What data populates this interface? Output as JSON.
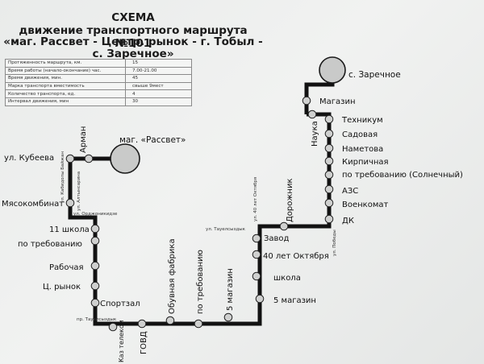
{
  "header": {
    "line1": "СХЕМА",
    "line2": "движение транспортного маршрута №101",
    "line3": "«маг. Рассвет - Центр. рынок - г. Тобыл -",
    "line4": "с. Заречное»"
  },
  "info_table": [
    {
      "label": "Протяженность маршрута, км.",
      "value": "15"
    },
    {
      "label": "Время работы (начало-окончание) час.",
      "value": "7.00-21.00"
    },
    {
      "label": "Время движения, мин.",
      "value": "45"
    },
    {
      "label": "Марка транспорта вместимость",
      "value": "свыше 9мест"
    },
    {
      "label": "Количество транспорта, ед.",
      "value": "4"
    },
    {
      "label": "Интервал движения, мин",
      "value": "30"
    }
  ],
  "terminals": {
    "start": "маг. «Рассвет»",
    "end": "с. Заречное"
  },
  "stops": {
    "arman": "Арман",
    "kubeeva": "ул. Кубеева",
    "myasokombinat": "Мясокомбинат",
    "shkola11": "11 школа",
    "po_treb_left": "по требованию",
    "rabochaya": "Рабочая",
    "ts_rynok": "Ц. рынок",
    "sportzal": "Спортзал",
    "kaz_telekom": "Каз телеком",
    "govd": "ГОВД",
    "obuvnaya": "Обувная фабрика",
    "po_treb_bottom": "по требованию",
    "magazin5_v": "5 магазин",
    "magazin5_h": "5 магазин",
    "shkola": "школа",
    "let40": "40 лет Октября",
    "zavod": "Завод",
    "dorozhnik": "Дорожник",
    "nauka": "Наука",
    "magazin": "Магазин",
    "tekhnikum": "Техникум",
    "sadovaya": "Садовая",
    "nametova": "Наметова",
    "kirpichnaya": "Кирпичная",
    "po_treb_solnech": "по требованию (Солнечный)",
    "azs": "АЗС",
    "voenkomat": "Военкомат",
    "dk": "ДК"
  },
  "streets": {
    "kabidoly": "ул. Кабидолы Байжан",
    "altynsarina": "ул. Алтынсарина",
    "ordzhonikidze": "ул. Орджоникидзе",
    "tauelsizdik_bottom": "пр. Тауелсыздык",
    "tauelsizdik_mid": "ул. Тауелсыздык",
    "let40_street": "ул. 40 лет Октября",
    "pobedy": "ул. Победы"
  },
  "colors": {
    "route": "#121212",
    "stop_fill": "#cfd0cf",
    "terminal_fill": "#c9cac9"
  }
}
